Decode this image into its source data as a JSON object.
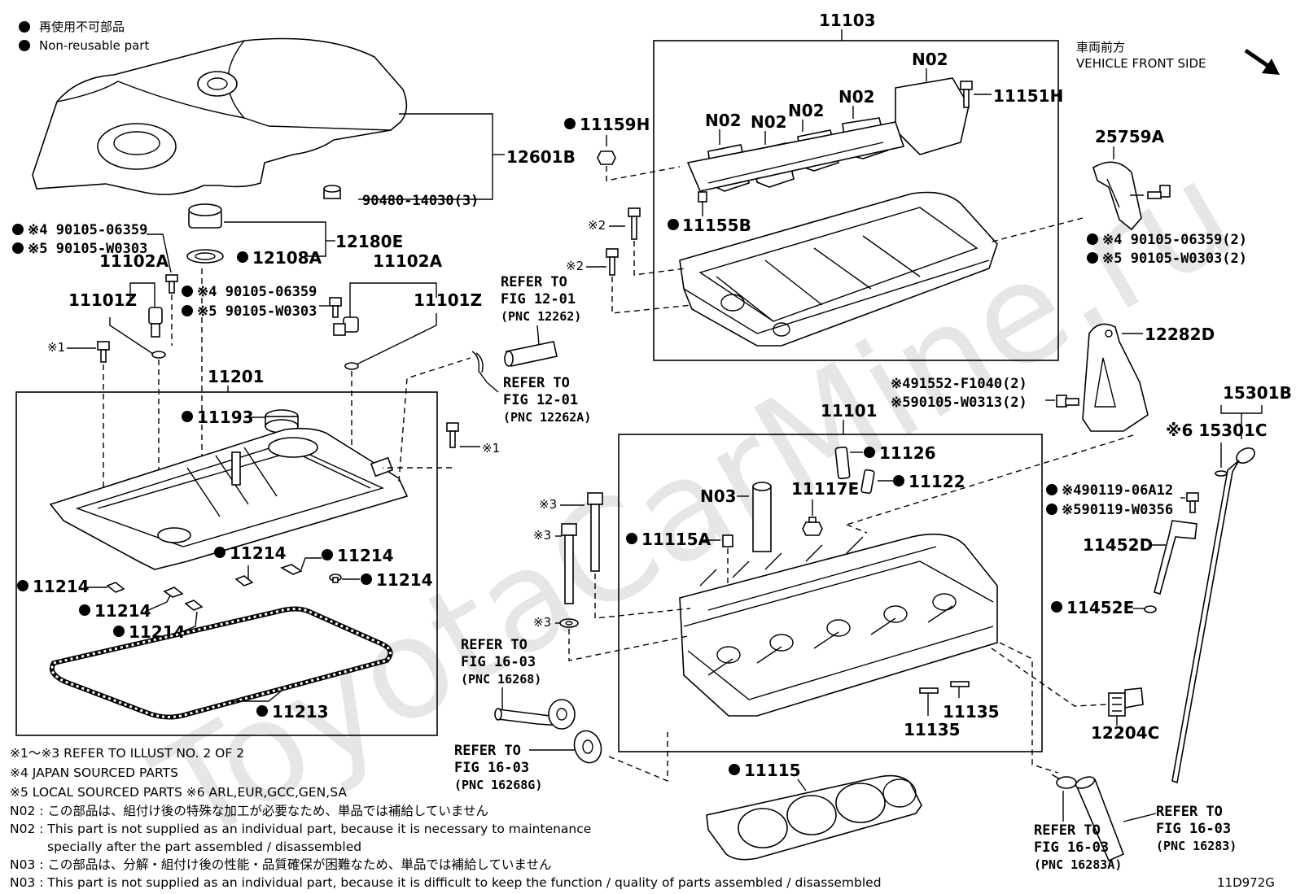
{
  "legend": {
    "line1": "再使用不可部品",
    "line2": "Non-reusable part",
    "front_jp": "車両前方",
    "front_en": "VEHICLE FRONT SIDE"
  },
  "watermark": "ToyotaCarMine.ru",
  "diagram_code": "11D972G",
  "labels": {
    "l11103": "11103",
    "l11201": "11201",
    "l11101": "11101",
    "l12601B": "12601B",
    "l90480": "90480-14030(3)",
    "l12180E": "12180E",
    "l12108A": "12108A",
    "l_tl_4": "※4 90105-06359",
    "l_tl_5": "※5 90105-W0303",
    "l11102A_l": "11102A",
    "l11101Z_l": "11101Z",
    "l_tm_4": "※4 90105-06359",
    "l_tm_5": "※5 90105-W0303",
    "l11102A_r": "11102A",
    "l11101Z_r": "11101Z",
    "l_x1_a": "※1",
    "l_x1_b": "※1",
    "l11193": "11193",
    "l11214_a": "11214",
    "l11214_b": "11214",
    "l11214_c": "11214",
    "l11214_d": "11214",
    "l11214_e": "11214",
    "l11214_f": "11214",
    "l11213": "11213",
    "l11159H": "11159H",
    "l11155B": "11155B",
    "l_x2_a": "※2",
    "l_x2_b": "※2",
    "l_n02_1": "N02",
    "l_n02_2": "N02",
    "l_n02_3": "N02",
    "l_n02_4": "N02",
    "l_n02_5": "N02",
    "l11151H": "11151H",
    "l25759A": "25759A",
    "l_tr_4": "※4 90105-06359(2)",
    "l_tr_5": "※5 90105-W0303(2)",
    "l12282D": "12282D",
    "l_mr_4": "※491552-F1040(2)",
    "l_mr_5": "※590105-W0313(2)",
    "l15301B": "15301B",
    "l15301C": "※6 15301C",
    "l_r_4": "※490119-06A12",
    "l_r_5": "※590119-W0356",
    "l11452D": "11452D",
    "l11452E": "11452E",
    "l12204C": "12204C",
    "l11126": "11126",
    "l11122": "11122",
    "l_n03": "N03",
    "l11117E": "11117E",
    "l11115A": "11115A",
    "l11135_a": "11135",
    "l11135_b": "11135",
    "l11115": "11115",
    "l_x3_a": "※3",
    "l_x3_b": "※3",
    "l_x3_c": "※3"
  },
  "refs": [
    {
      "l1": "REFER TO",
      "l2": "FIG 12-01",
      "l3": "(PNC 12262)"
    },
    {
      "l1": "REFER TO",
      "l2": "FIG 12-01",
      "l3": "(PNC 12262A)"
    },
    {
      "l1": "REFER TO",
      "l2": "FIG 16-03",
      "l3": "(PNC 16268)"
    },
    {
      "l1": "REFER TO",
      "l2": "FIG 16-03",
      "l3": "(PNC 16268G)"
    },
    {
      "l1": "REFER TO",
      "l2": "FIG 16-03",
      "l3": "(PNC 16283A)"
    },
    {
      "l1": "REFER TO",
      "l2": "FIG 16-03",
      "l3": "(PNC 16283)"
    }
  ],
  "notes": [
    "※1～※3  REFER TO ILLUST NO. 2 OF 2",
    "※4 JAPAN SOURCED PARTS",
    "※5 LOCAL SOURCED PARTS   ※6 ARL,EUR,GCC,GEN,SA",
    "N02 : この部品は、組付け後の特殊な加工が必要なため、単品では補給していません",
    "N02 : This part is not supplied as an individual part, because it is necessary to maintenance",
    "specially after the part assembled / disassembled",
    "N03 : この部品は、分解・組付け後の性能・品質確保が困難なため、単品では補給していません",
    "N03 : This part is not supplied as an individual part, because it is difficult to keep the function / quality of parts  assembled / disassembled"
  ]
}
